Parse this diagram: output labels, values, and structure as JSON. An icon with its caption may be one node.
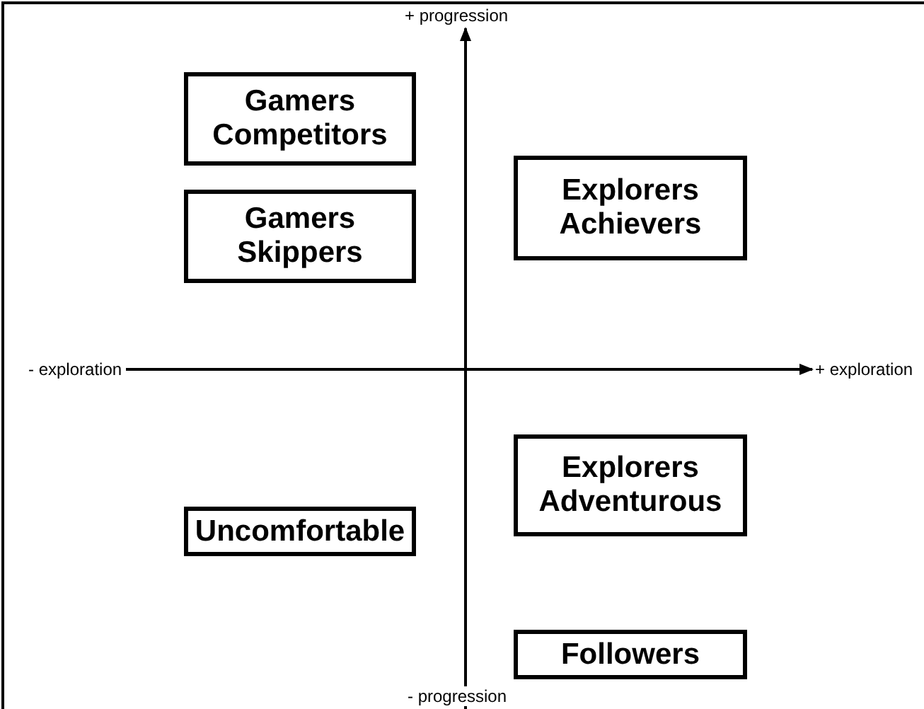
{
  "diagram": {
    "nodes": [
      {
        "text": [
          "Gamers Competitors"
        ]
      },
      {
        "text": [
          "Gamers Skippers"
        ]
      },
      {
        "text": [
          "Explorers Achievers"
        ]
      },
      {
        "text": [
          "Explorers Adventurous"
        ]
      },
      {
        "text": [
          "Uncomfortable"
        ]
      },
      {
        "text": [
          "Followers"
        ]
      }
    ],
    "labels": [
      "+ progression",
      "- exploration",
      "+ exploration",
      "- progression"
    ]
  }
}
